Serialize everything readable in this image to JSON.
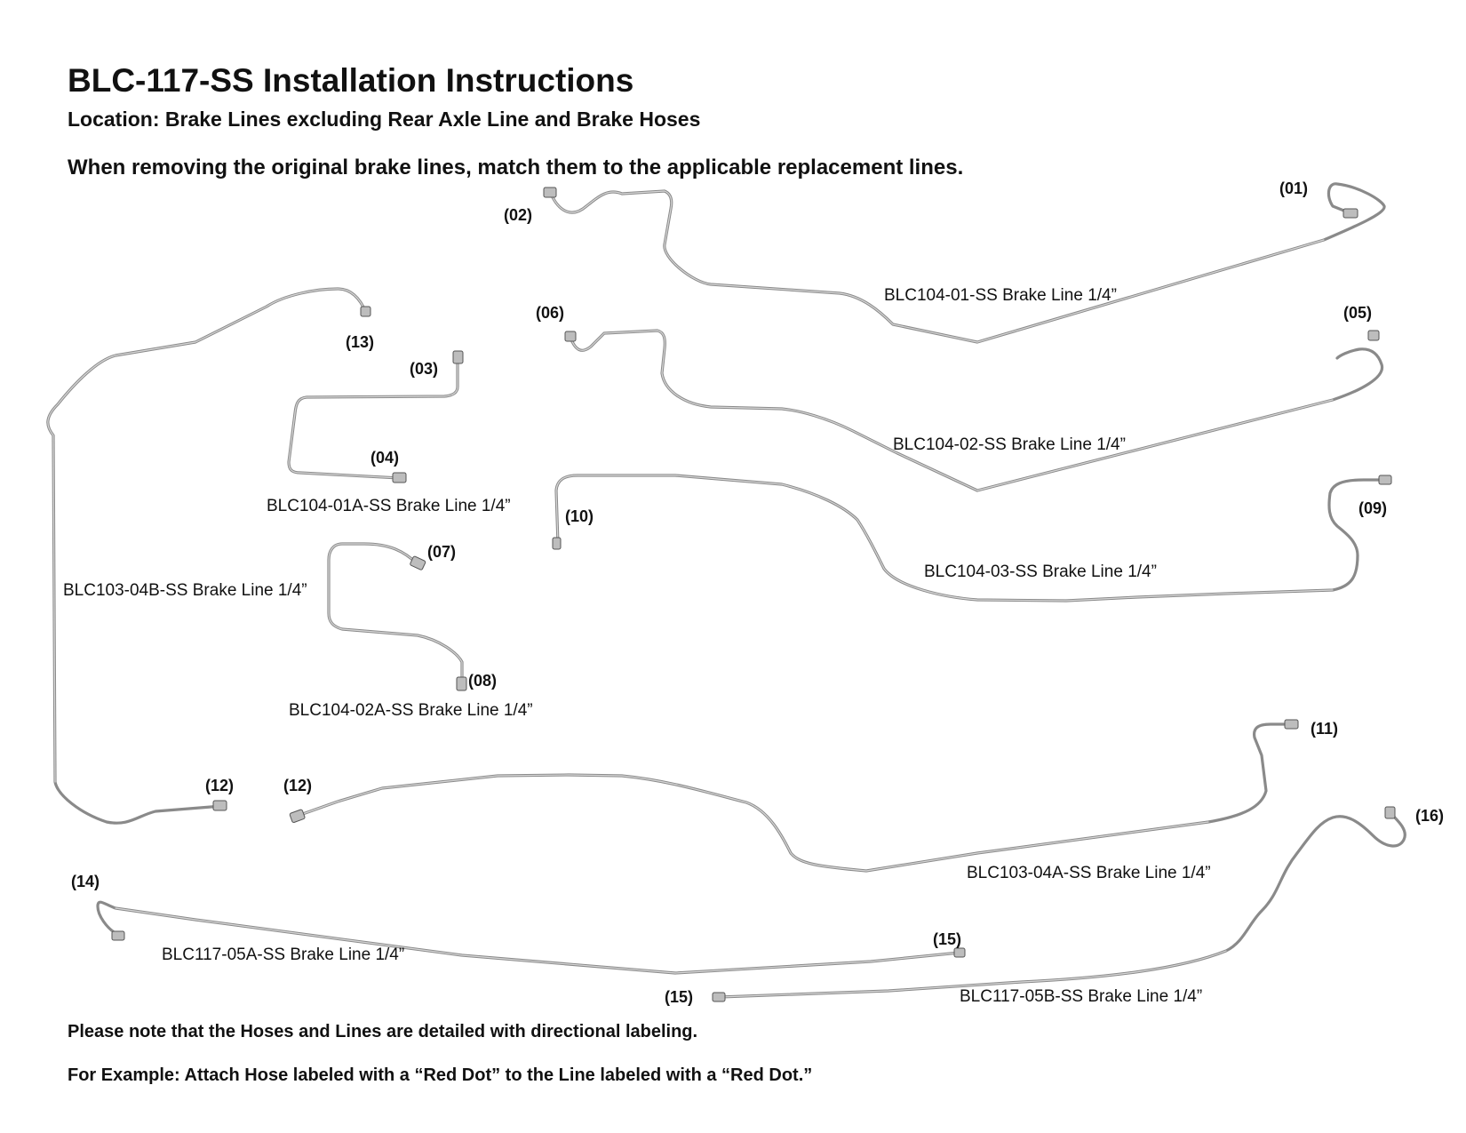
{
  "header": {
    "title": "BLC-117-SS Installation Instructions",
    "location": "Location: Brake Lines excluding Rear Axle Line and Brake Hoses",
    "instruction": "When removing the original brake lines, match them to the applicable replacement lines."
  },
  "brake_lines": [
    {
      "name": "BLC104-01-SS Brake Line 1/4”",
      "ends": [
        "(01)",
        "(02)"
      ]
    },
    {
      "name": "BLC104-02-SS Brake Line 1/4”",
      "ends": [
        "(05)",
        "(06)"
      ]
    },
    {
      "name": "BLC104-03-SS Brake Line 1/4”",
      "ends": [
        "(09)",
        "(10)"
      ]
    },
    {
      "name": "BLC104-01A-SS Brake Line 1/4”",
      "ends": [
        "(03)",
        "(04)"
      ]
    },
    {
      "name": "BLC104-02A-SS Brake Line 1/4”",
      "ends": [
        "(07)",
        "(08)"
      ]
    },
    {
      "name": "BLC103-04B-SS Brake Line 1/4”",
      "ends": [
        "(13)",
        "(12)"
      ]
    },
    {
      "name": "BLC103-04A-SS Brake Line 1/4”",
      "ends": [
        "(12)",
        "(11)"
      ]
    },
    {
      "name": "BLC117-05A-SS Brake Line 1/4”",
      "ends": [
        "(14)",
        "(15)"
      ]
    },
    {
      "name": "BLC117-05B-SS Brake Line 1/4”",
      "ends": [
        "(15)",
        "(16)"
      ]
    }
  ],
  "notes": [
    "Please note that the Hoses and Lines are detailed with directional labeling.",
    "For Example: Attach Hose labeled with a “Red Dot” to the Line labeled with a “Red Dot.”"
  ]
}
